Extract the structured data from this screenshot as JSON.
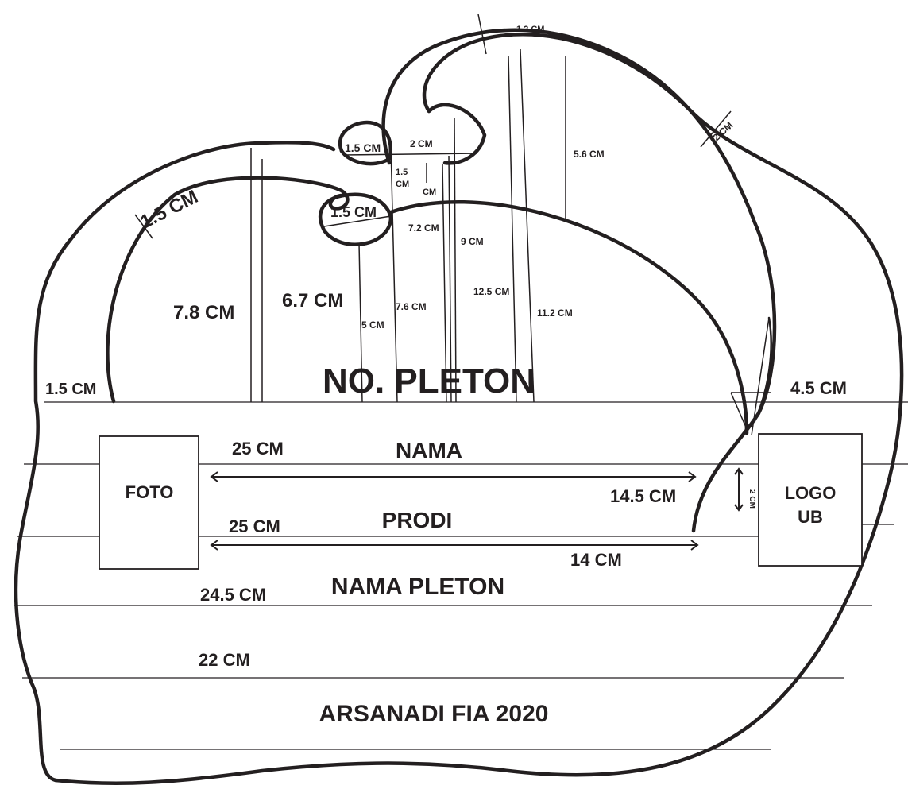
{
  "labels": {
    "top_1_2": "1.2 CM",
    "top_2_right": "2 CM",
    "curl_2": "2 CM",
    "curl_1_5_upper": "1.5 CM",
    "curl_1_5_lower": "1.5 CM",
    "inner_1_5": "1.5",
    "inner_cm_a": "CM",
    "inner_cm_b": "CM",
    "band_1_5": "1.5 CM",
    "h_5_6": "5.6 CM",
    "h_7_2": "7.2 CM",
    "h_9": "9 CM",
    "h_12_5": "12.5 CM",
    "h_11_2": "11.2 CM",
    "h_7_6": "7.6 CM",
    "h_5": "5 CM",
    "h_6_7": "6.7 CM",
    "h_7_8": "7.8 CM",
    "left_1_5": "1.5 CM",
    "right_4_5": "4.5 CM",
    "w_14_5": "14.5 CM",
    "w_14": "14 CM",
    "w_25_a": "25 CM",
    "w_25_b": "25 CM",
    "w_24_5": "24.5 CM",
    "w_22": "22 CM",
    "vert_2cm": "2 CM"
  },
  "fields": {
    "no_pleton": "NO. PLETON",
    "nama": "NAMA",
    "prodi": "PRODI",
    "nama_pleton": "NAMA PLETON",
    "arsanadi": "ARSANADI FIA 2020",
    "foto": "FOTO",
    "logo_line1": "LOGO",
    "logo_line2": "UB"
  }
}
